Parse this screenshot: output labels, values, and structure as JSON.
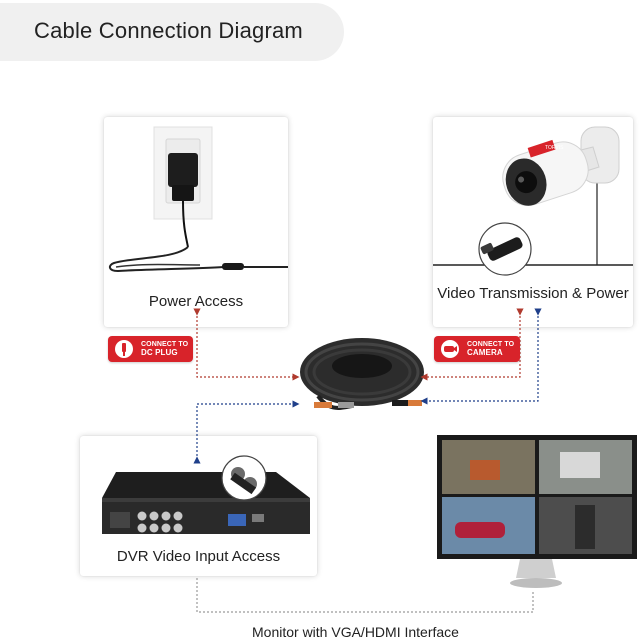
{
  "title": "Cable Connection Diagram",
  "cards": {
    "power": {
      "label": "Power Access"
    },
    "camera": {
      "label": "Video Transmission & Power"
    },
    "dvr": {
      "label": "DVR Video Input Access"
    }
  },
  "badges": {
    "dc_plug": {
      "line1": "CONNECT TO",
      "line2": "DC PLUG",
      "icon": "dc-plug-icon"
    },
    "camera": {
      "line1": "CONNECT TO",
      "line2": "CAMERA",
      "icon": "camera-icon"
    }
  },
  "monitor_label": "Monitor with VGA/HDMI Interface",
  "camera_brand": "TORVIS",
  "colors": {
    "accent_red": "#d8232a",
    "arrow_red": "#b03a2e",
    "arrow_blue": "#1f3f8a",
    "title_bg": "#f0f0f0"
  }
}
